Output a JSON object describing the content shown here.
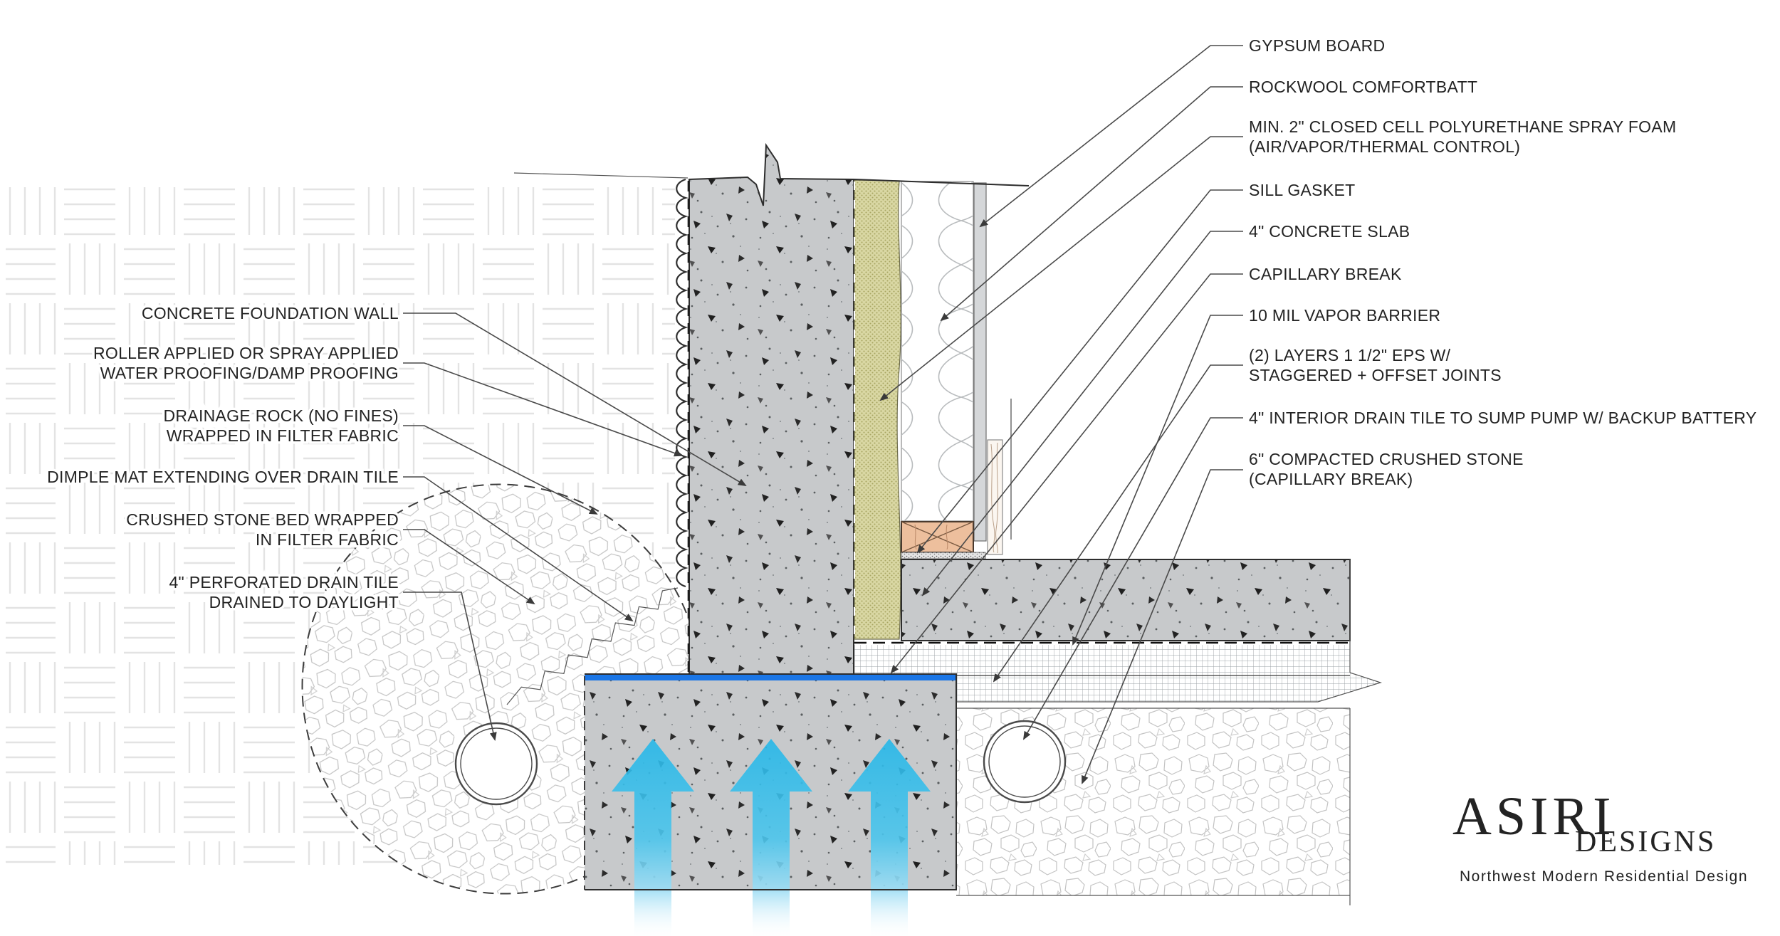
{
  "labels": {
    "left": [
      {
        "name": "concrete-foundation-wall",
        "lines": [
          "CONCRETE FOUNDATION WALL"
        ]
      },
      {
        "name": "waterproofing",
        "lines": [
          "ROLLER APPLIED OR SPRAY APPLIED",
          "WATER PROOFING/DAMP PROOFING"
        ]
      },
      {
        "name": "drainage-rock",
        "lines": [
          "DRAINAGE ROCK (NO FINES)",
          "WRAPPED IN FILTER FABRIC"
        ]
      },
      {
        "name": "dimple-mat",
        "lines": [
          "DIMPLE MAT EXTENDING OVER DRAIN TILE"
        ]
      },
      {
        "name": "crushed-stone-bed",
        "lines": [
          "CRUSHED STONE BED WRAPPED",
          "IN FILTER FABRIC"
        ]
      },
      {
        "name": "perforated-drain-tile",
        "lines": [
          "4\" PERFORATED DRAIN TILE",
          "DRAINED TO DAYLIGHT"
        ]
      }
    ],
    "right": [
      {
        "name": "gypsum-board",
        "lines": [
          "GYPSUM BOARD"
        ]
      },
      {
        "name": "rockwool",
        "lines": [
          "ROCKWOOL COMFORTBATT"
        ]
      },
      {
        "name": "spray-foam",
        "lines": [
          "MIN. 2\" CLOSED CELL POLYURETHANE SPRAY FOAM",
          "(AIR/VAPOR/THERMAL CONTROL)"
        ]
      },
      {
        "name": "sill-gasket",
        "lines": [
          "SILL GASKET"
        ]
      },
      {
        "name": "concrete-slab",
        "lines": [
          "4\" CONCRETE SLAB"
        ]
      },
      {
        "name": "capillary-break",
        "lines": [
          "CAPILLARY BREAK"
        ]
      },
      {
        "name": "vapor-barrier",
        "lines": [
          "10 MIL VAPOR BARRIER"
        ]
      },
      {
        "name": "eps-layers",
        "lines": [
          "(2) LAYERS 1 1/2\" EPS W/",
          "STAGGERED + OFFSET JOINTS"
        ]
      },
      {
        "name": "interior-drain-tile",
        "lines": [
          "4\" INTERIOR DRAIN TILE TO SUMP PUMP W/ BACKUP BATTERY"
        ]
      },
      {
        "name": "compacted-crushed-stone",
        "lines": [
          "6\" COMPACTED CRUSHED STONE",
          "(CAPILLARY BREAK)"
        ]
      }
    ]
  },
  "logo": {
    "name": "ASIRI",
    "suffix": "DESIGNS",
    "tagline": "Northwest  Modern  Residential  Design"
  },
  "colors": {
    "capillary_break_blue": "#1b76e6",
    "moisture_arrow_cyan": "#25b7e8",
    "spray_foam_khaki": "#d9d7a3",
    "sill_plate_wood": "#edbf9d",
    "concrete_gray": "#c7c9cb",
    "logo_gray": "#67655f",
    "tagline_taupe": "#b5a396"
  }
}
